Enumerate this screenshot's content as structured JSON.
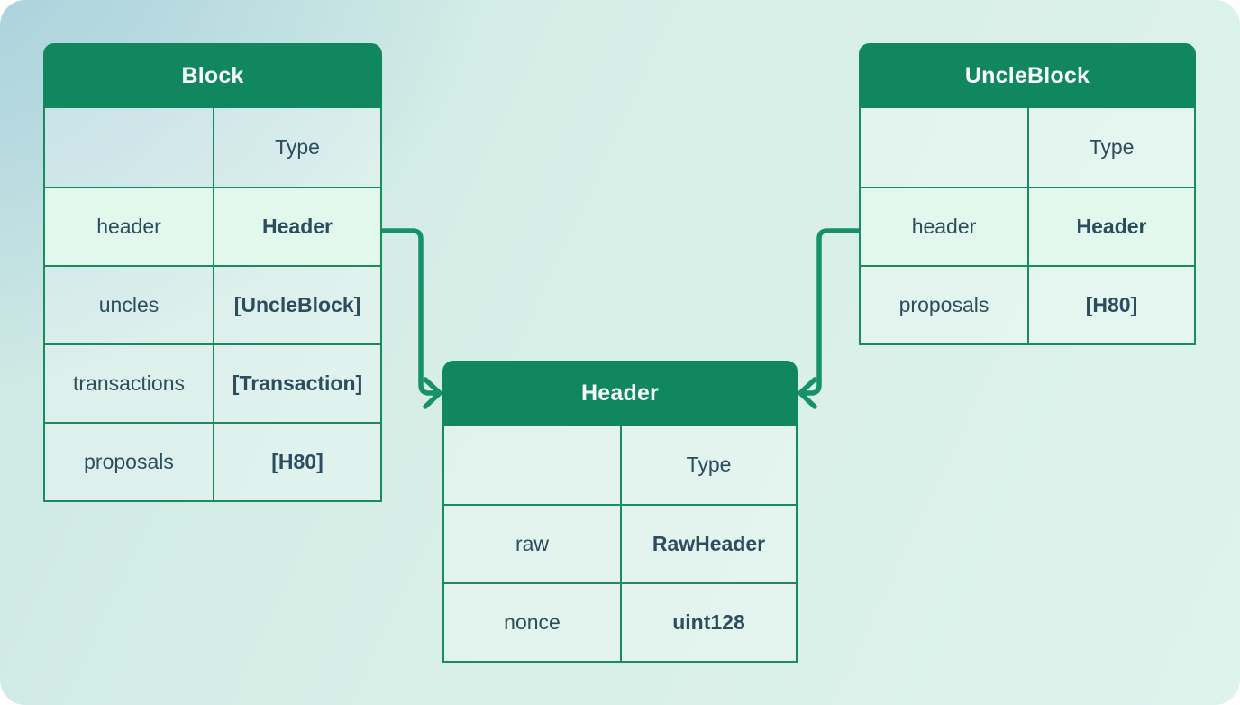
{
  "diagram": {
    "description": "Entity relationship diagram of blockchain data structures",
    "colors": {
      "title_bar": "#11875f",
      "table_border": "#1a8a60",
      "connector": "#17916a",
      "cell_text": "#2b4d5e",
      "highlight_row_bg": "#e2f8ec",
      "background_blue": "#a6cfdc",
      "background_mint": "#def3ec"
    },
    "tables": {
      "block": {
        "title": "Block",
        "type_column_label": "Type",
        "rows": [
          {
            "field": "header",
            "type": "Header",
            "highlighted": true
          },
          {
            "field": "uncles",
            "type": "[UncleBlock]",
            "highlighted": false
          },
          {
            "field": "transactions",
            "type": "[Transaction]",
            "highlighted": false
          },
          {
            "field": "proposals",
            "type": "[H80]",
            "highlighted": false
          }
        ]
      },
      "uncle_block": {
        "title": "UncleBlock",
        "type_column_label": "Type",
        "rows": [
          {
            "field": "header",
            "type": "Header",
            "highlighted": true
          },
          {
            "field": "proposals",
            "type": "[H80]",
            "highlighted": false
          }
        ]
      },
      "header": {
        "title": "Header",
        "type_column_label": "Type",
        "rows": [
          {
            "field": "raw",
            "type": "RawHeader",
            "highlighted": false
          },
          {
            "field": "nonce",
            "type": "uint128",
            "highlighted": false
          }
        ]
      }
    },
    "relations": [
      {
        "from": "Block.header",
        "to": "Header",
        "arrow": "into-left-side-of-Header-title"
      },
      {
        "from": "UncleBlock.header",
        "to": "Header",
        "arrow": "into-right-side-of-Header-title"
      }
    ]
  }
}
